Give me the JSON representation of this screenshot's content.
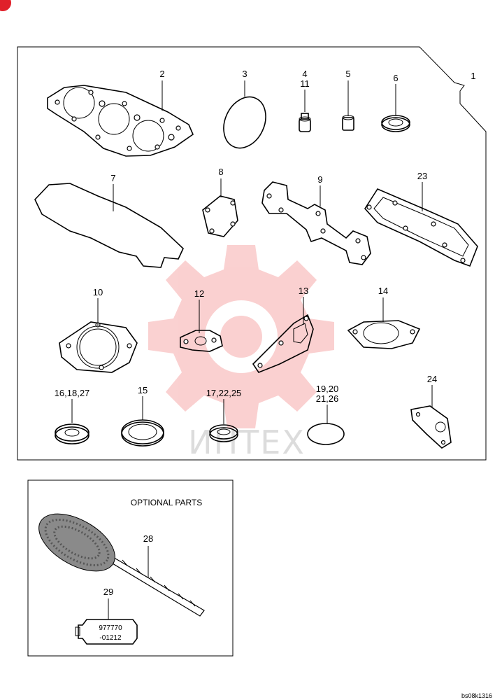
{
  "callouts": {
    "c1": "1",
    "c2": "2",
    "c3": "3",
    "c4": "4",
    "c11": "11",
    "c5": "5",
    "c6": "6",
    "c7": "7",
    "c8": "8",
    "c9": "9",
    "c23": "23",
    "c10": "10",
    "c12": "12",
    "c13": "13",
    "c14": "14",
    "c24": "24",
    "c16_18_27": "16,18,27",
    "c15": "15",
    "c17_22_25": "17,22,25",
    "c19_20": "19,20",
    "c21_26": "21,26",
    "c28": "28",
    "c29": "29"
  },
  "optional": {
    "title": "OPTIONAL PARTS",
    "tube_line1": "977770",
    "tube_line2": "-01212"
  },
  "watermark": {
    "text": "ИНТЕХ",
    "color": "#f4a9a9"
  },
  "drawing_code": "bs08k1316"
}
